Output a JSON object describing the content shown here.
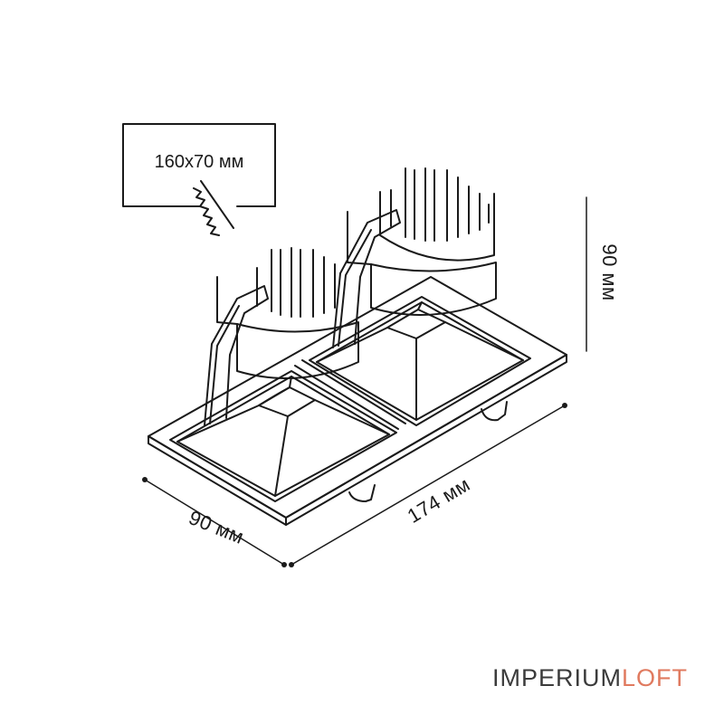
{
  "labels": {
    "cutout": "160x70 мм",
    "width": "90 мм",
    "length": "174 мм",
    "height": "90 мм"
  },
  "brand": {
    "part1": "IMPERIUM",
    "part2": "LOFT",
    "part1_color": "#3b3b3b",
    "part2_color": "#e07a5f"
  }
}
